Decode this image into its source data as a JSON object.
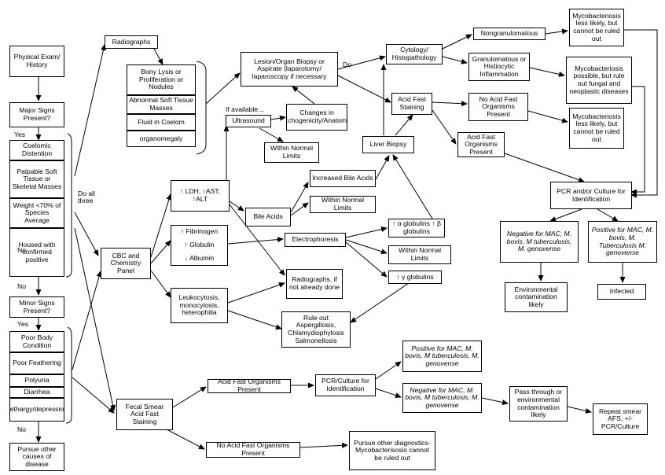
{
  "nodes": {
    "physical_exam": "Physical Exam/ History",
    "major_signs": "Major Signs Present?",
    "coelomic_distention": "Coelomic Distention",
    "palpable_masses": "Palpable Soft Tissue or Skeletal Masses",
    "weight_loss": "Weight <70% of Species Average",
    "housed_with_positive": "Housed with confirmed positive",
    "minor_signs": "Minor Signs Present?",
    "poor_body_condition": "Poor Body Condition",
    "poor_feathering": "Poor Feathering",
    "polyuria": "Polyuria",
    "diarrhea": "Diarrhea",
    "lethargy": "Lethargy/depression",
    "pursue_other_causes": "Pursue other causes of disease",
    "radiographs": "Radiographs",
    "bony_lysis": "Bony Lysis or Proliferation or Nodules",
    "abnormal_soft_tissue": "Abnormal Soft Tissue Masses",
    "fluid_coelom": "Fluid in Coelom",
    "organomegaly": "organomegaly",
    "lesion_biopsy": "Lesion/Organ Biopsy or Aspirate (laparotomy/ laparoscopy if necessary",
    "ultrasound": "Ultrasound",
    "changes_echogenicity": "Changes in Echogenicity/Anatomy",
    "within_normal_limits_1": "Within Normal Limits",
    "cytology": "Cytology/ Histopathology",
    "acid_fast_staining": "Acid Fast Staining",
    "liver_biopsy": "Liver Biopsy",
    "nongranulomatous": "Nongranulomatous",
    "granulomatous": "Granulomatous or Histiocytic Inflammation",
    "no_afo_present_1": "No Acid Fast Organisms Present",
    "afo_present_1": "Acid Fast Organisms Present",
    "myco_less_likely_1": "Mycobacteriosis less likely, but cannot be ruled out",
    "myco_possible": "Mycobacteriosis possible, but rule out fungal and neoplastic diseases",
    "myco_less_likely_2": "Mycobacteriosis less likely, but cannot be ruled out",
    "pcr_culture_id": "PCR and/or Culture for Identification",
    "negative_mac": "Negative for MAC, M. bovis, M tuberculosis, M. genovense",
    "positive_mac": "Positive for MAC, M. bovis, M. Tuberculosis M. genovense",
    "environmental_contamination": "Environmental contamination likely",
    "infected": "Infected",
    "ldh_ast_alt": "↑ LDH, ↑AST, ↑ALT",
    "fibrinogen": "↑ Fibrinogen",
    "globulin": "↑ Globulin",
    "albumin": "↓ Albumin",
    "leukocytosis": "Leukocytosis, monocytosis, heterophilia",
    "cbc_panel": "CBC and Chemistry Panel",
    "bile_acids": "Bile Acids",
    "increased_bile_acids": "Increased Bile Acids",
    "within_normal_limits_2": "Within Normal Limits",
    "electrophoresis": "Electrophoresis",
    "alpha_beta_globulins": "↑ α globulins ↑ β globulins",
    "within_normal_limits_3": "Within Normal Limits",
    "gamma_globulins": "↑ γ globulins",
    "radiographs_if_not_done": "Radiographs, if not already done",
    "rule_out": "Rule out Aspergillosis, Chlamydiophylosis Salmonellosis",
    "fecal_smear": "Fecal Smear Acid Fast Staining",
    "afo_present_2": "Acid Fast Organisms Present",
    "no_afo_present_2": "No Acid Fast Organisms Present",
    "pcr_culture_id_2": "PCR/Culture for Identification",
    "positive_mac_2": "Positive for MAC, M. bovis, M tuberculosis, M. genovense",
    "negative_mac_2": "Negative for MAC, M. bovis, M tuberculosis, M. genovense",
    "pass_through": "Pass through or environmental contamination likely",
    "repeat_smear": "Repeat smear AFS, +/- PCR/Culture",
    "pursue_other_diagnostics": "Pursue other diagnostics- Mycobacterisosis cannot be ruled out"
  },
  "labels": {
    "yes_1": "Yes",
    "no_1": "No",
    "no_2": "No",
    "yes_2": "Yes",
    "no_3": "No",
    "do_all_three": "Do all three",
    "if_available": "If available…",
    "do": "Do"
  }
}
